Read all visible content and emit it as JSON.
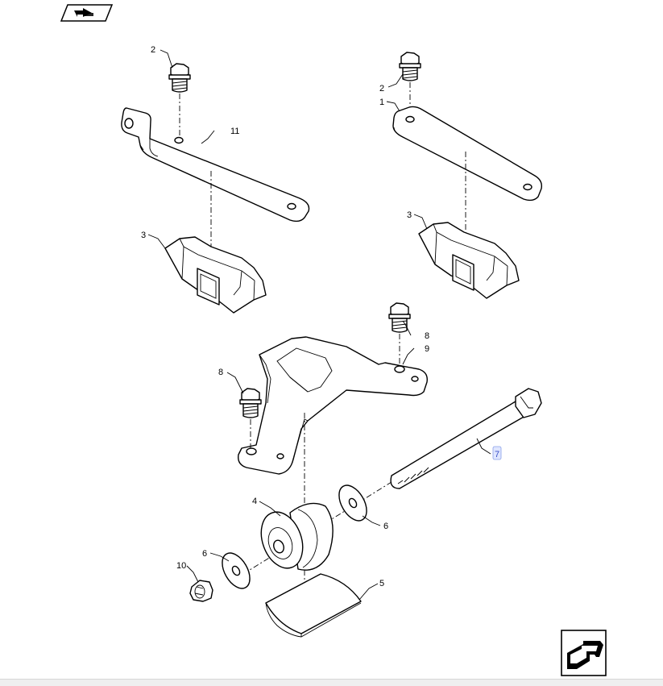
{
  "diagram": {
    "callouts": {
      "c1": "1",
      "c2a": "2",
      "c2b": "2",
      "c3a": "3",
      "c3b": "3",
      "c4": "4",
      "c5": "5",
      "c6a": "6",
      "c6b": "6",
      "c7": "7",
      "c8a": "8",
      "c8b": "8",
      "c9": "9",
      "c10": "10",
      "c11": "11"
    },
    "highlighted_callout": "7",
    "highlight_color": "#3a4fc7"
  },
  "nav": {
    "back_icon": "back-page-arrow-icon",
    "next_icon": "next-page-arrow-icon"
  }
}
